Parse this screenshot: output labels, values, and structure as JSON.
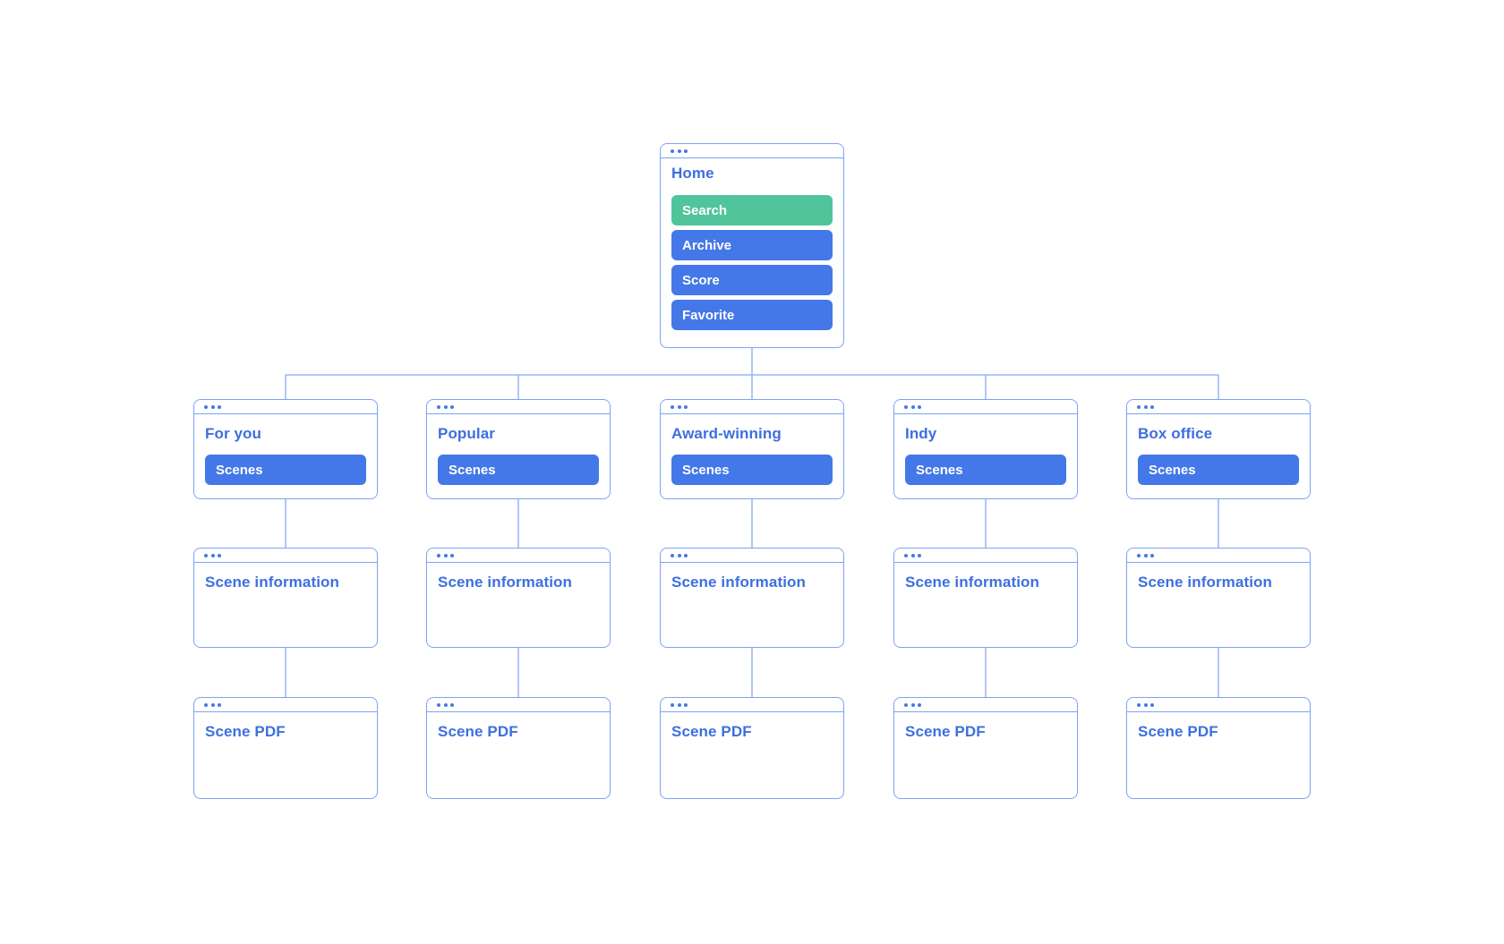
{
  "colors": {
    "title_blue": "#3D6FE0",
    "button_blue": "#4478E8",
    "button_green": "#50C49B",
    "button_text": "#FFFFFF",
    "border_blue": "#7DA4F0",
    "line_blue": "#94B5F5",
    "dot_blue": "#4478E8",
    "background": "#FFFFFF"
  },
  "icons": {
    "window_dots": "three-dots"
  },
  "home": {
    "title": "Home",
    "buttons": [
      {
        "label": "Search",
        "variant": "green"
      },
      {
        "label": "Archive",
        "variant": "blue"
      },
      {
        "label": "Score",
        "variant": "blue"
      },
      {
        "label": "Favorite",
        "variant": "blue"
      }
    ]
  },
  "columns": [
    {
      "title": "For you",
      "scenes_button": "Scenes",
      "info_title": "Scene information",
      "pdf_title": "Scene PDF"
    },
    {
      "title": "Popular",
      "scenes_button": "Scenes",
      "info_title": "Scene information",
      "pdf_title": "Scene PDF"
    },
    {
      "title": "Award-winning",
      "scenes_button": "Scenes",
      "info_title": "Scene information",
      "pdf_title": "Scene PDF"
    },
    {
      "title": "Indy",
      "scenes_button": "Scenes",
      "info_title": "Scene information",
      "pdf_title": "Scene PDF"
    },
    {
      "title": "Box office",
      "scenes_button": "Scenes",
      "info_title": "Scene information",
      "pdf_title": "Scene PDF"
    }
  ]
}
